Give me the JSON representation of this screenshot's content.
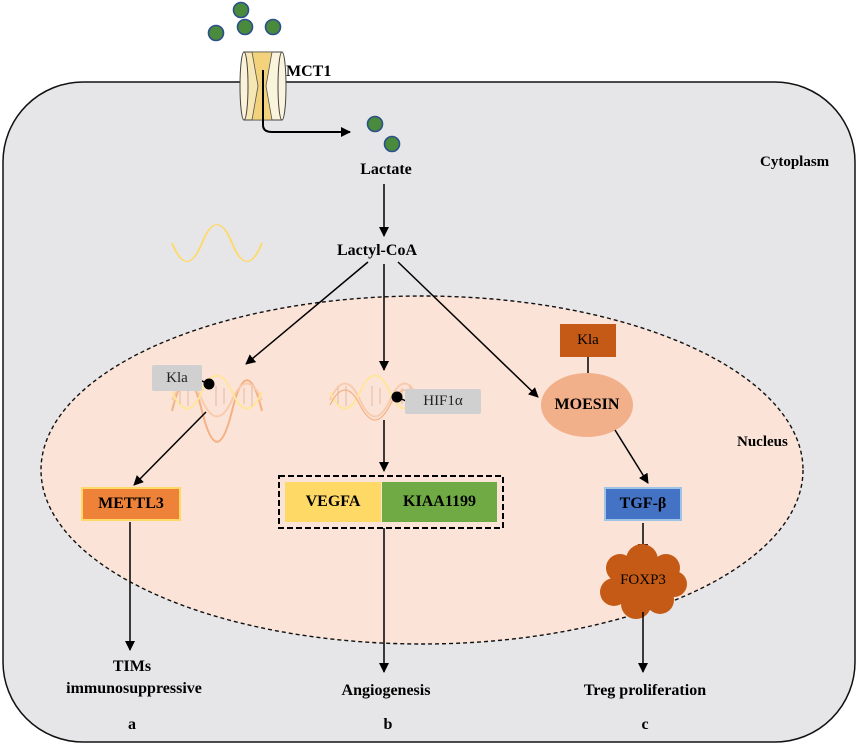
{
  "transporter": "MCT1",
  "compartments": {
    "cytoplasm": "Cytoplasm",
    "nucleus": "Nucleus"
  },
  "metabolites": {
    "lactate": "Lactate",
    "lactyl_coa": "Lactyl-CoA"
  },
  "branch_a": {
    "mark": "Kla",
    "target": "METTL3",
    "outcome_line1": "TIMs",
    "outcome_line2": "immunosuppressive",
    "letter": "a"
  },
  "branch_b": {
    "factor": "HIF1α",
    "gene1": "VEGFA",
    "gene2": "KIAA1199",
    "outcome": "Angiogenesis",
    "letter": "b"
  },
  "branch_c": {
    "mark": "Kla",
    "protein": "MOESIN",
    "target": "TGF-β",
    "factor": "FOXP3",
    "outcome": "Treg proliferation",
    "letter": "c"
  },
  "colors": {
    "cell_fill": "#e6e6e8",
    "nucleus_fill": "#fbe3d7",
    "metabolite_dot": "#4a8a3c",
    "metabolite_ring": "#2b4f8a",
    "channel": "#f2d27a",
    "mettl3": "#ee8238",
    "vegfa": "#ffd966",
    "kiaa1199": "#6faa44",
    "kla_c": "#c55a16",
    "moesin": "#f2b08a",
    "tgfb": "#4472c4",
    "foxp3": "#c55a16"
  }
}
